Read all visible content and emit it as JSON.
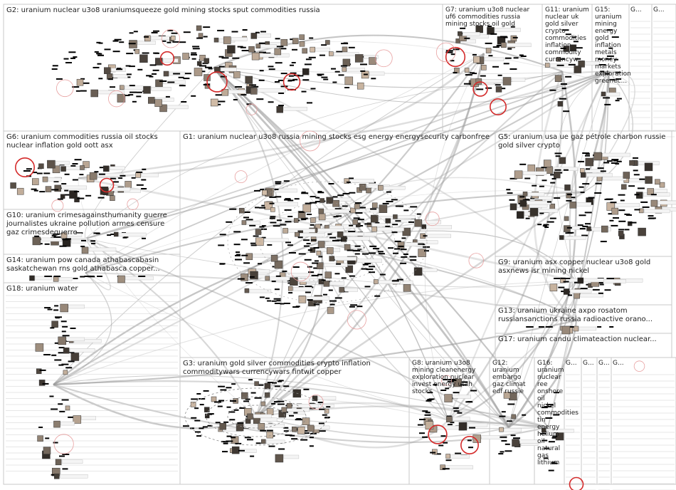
{
  "title": "",
  "groups": [
    {
      "id": "G2",
      "label": "G2: uranium nuclear u3o8 uraniumsqueeze gold mining stocks sput commodities russia"
    },
    {
      "id": "G7",
      "label": "G7: uranium u3o8 nuclear uf6 commodities russia mining stocks oil gold"
    },
    {
      "id": "G11",
      "label": "G11: uranium nuclear uk gold silver crypto commodities inflation commodity currencyw..."
    },
    {
      "id": "G15",
      "label": "G15: uranium mining energy gold inflation metals money markets exploration greenec..."
    },
    {
      "id": "G6",
      "label": "G6: uranium commodities russia oil stocks nuclear inflation gold oott asx"
    },
    {
      "id": "G1",
      "label": "G1: uranium nuclear u3o8 russia mining stocks esg energy energysecurity carbonfree"
    },
    {
      "id": "G5",
      "label": "G5: uranium usa ue gaz pétrole charbon russie gold silver crypto"
    },
    {
      "id": "G10",
      "label": "G10: uranium crimesagainsthumanity guerre journalistes ukraine pollution armes censure gaz crimesdeguerre"
    },
    {
      "id": "G14",
      "label": "G14: uranium pow canada athabascabasin saskatchewan rns gold athabasca copper..."
    },
    {
      "id": "G18",
      "label": "G18: uranium water"
    },
    {
      "id": "G9",
      "label": "G9: uranium asx copper nuclear u3o8 gold asxnews isr mining nickel"
    },
    {
      "id": "G13",
      "label": "G13: uranium ukraine axpo rosatom russiansanctions russia radioactive orano..."
    },
    {
      "id": "G17",
      "label": "G17: uranium candu climateaction nuclear..."
    },
    {
      "id": "G3",
      "label": "G3: uranium gold silver commodities crypto inflation commoditywars currencywars fintwit copper"
    },
    {
      "id": "G8",
      "label": "G8: uranium u3o8 mining cleanenergy exploration nuclear invest energy utah stocks"
    },
    {
      "id": "G12",
      "label": "G12: uranium embargo gaz climat edf russie"
    },
    {
      "id": "G16",
      "label": "G16: uranium nuclear ree onshore oil nickel commodities tin energy helium oil natural gas lithium"
    }
  ],
  "small_groups": [
    "G...",
    "G...",
    "G...",
    "G...",
    "G...",
    "G..."
  ],
  "colors": {
    "edge": "#9a9a9a",
    "box": "#c8c8c8",
    "node_fill": "#000000",
    "highlight": "#d42a2a"
  }
}
